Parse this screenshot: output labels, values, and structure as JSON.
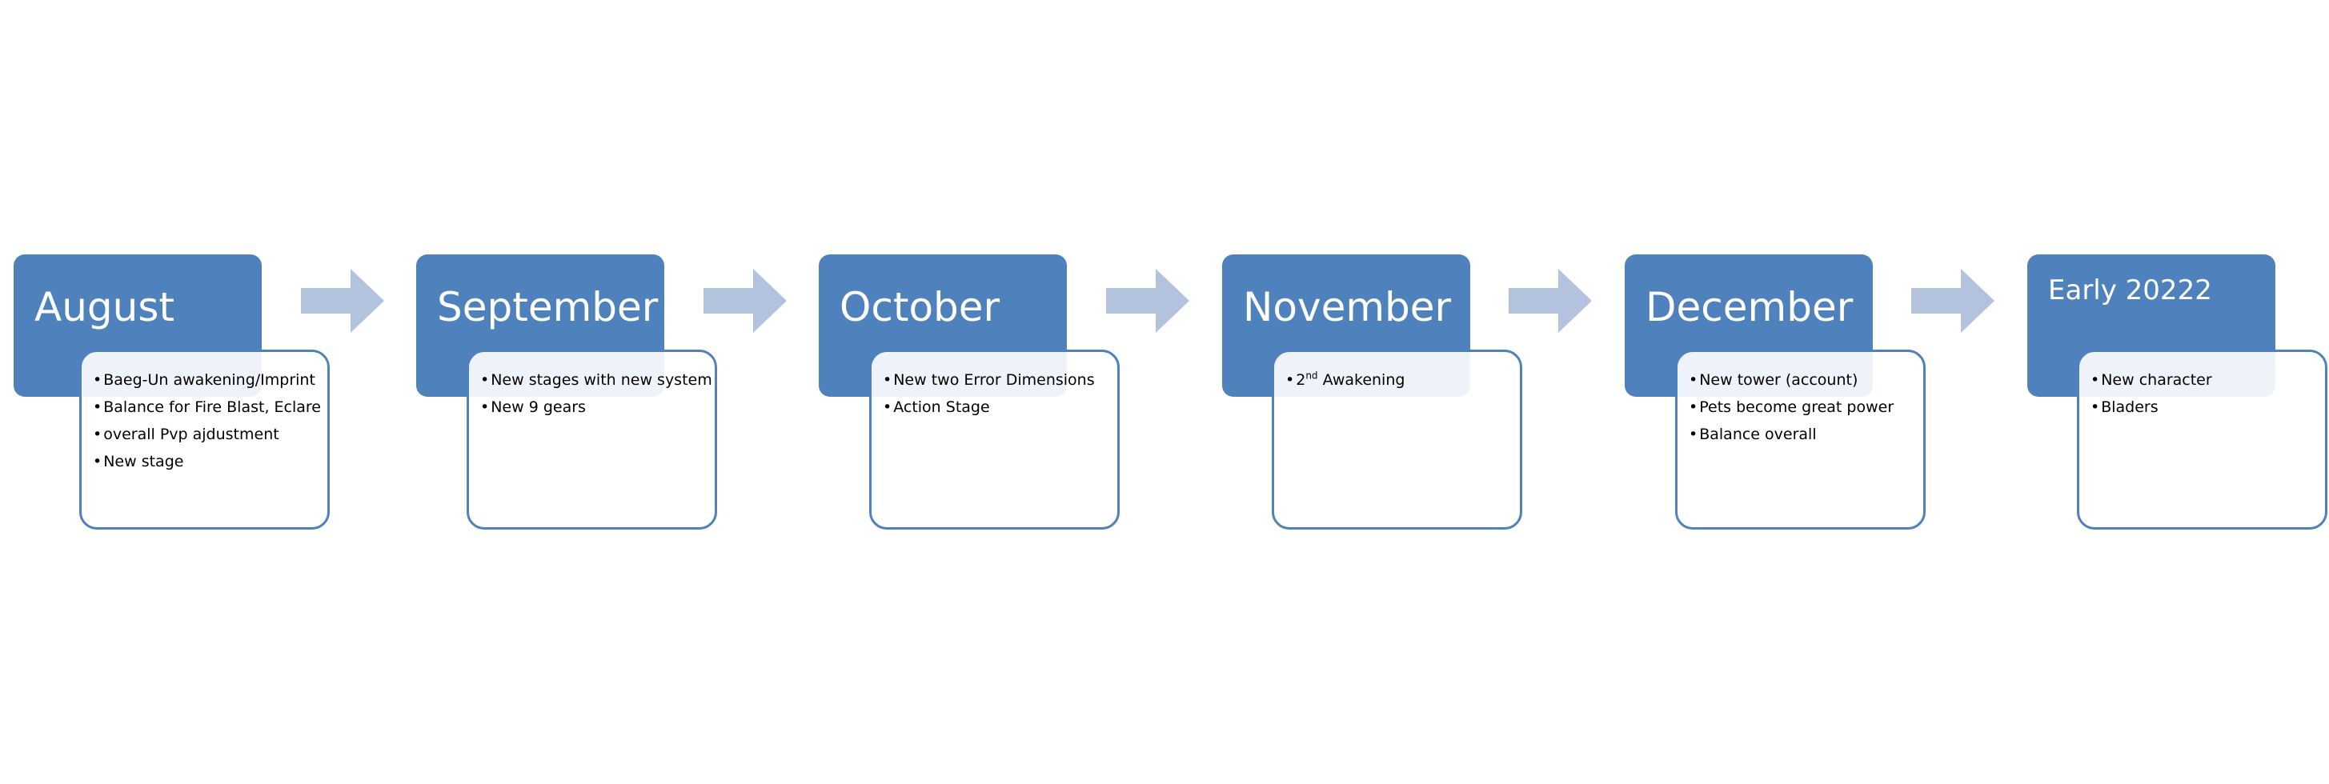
{
  "milestones": [
    {
      "month": "August",
      "items": [
        "Baeg-Un awakening/Imprint",
        "Balance for Fire Blast, Eclare",
        "overall Pvp ajdustment",
        "New stage"
      ]
    },
    {
      "month": "September",
      "items": [
        "New stages with new system",
        "New 9 gears"
      ]
    },
    {
      "month": "October",
      "items": [
        "New two Error Dimensions",
        "Action Stage"
      ]
    },
    {
      "month": "November",
      "items": [
        {
          "prefix": "2",
          "sup": "nd",
          "suffix": " Awakening"
        }
      ]
    },
    {
      "month": "December",
      "items": [
        "New tower (account)",
        "Pets become great power",
        "Balance overall"
      ]
    },
    {
      "month": "Early 20222",
      "items": [
        "New character",
        "Bladers"
      ]
    }
  ],
  "bullet_char": "•",
  "colors": {
    "header_fill": "#4f81bd",
    "card_border": "#4f81bd",
    "arrow_fill": "#b3c3de"
  },
  "icons": {
    "arrow": "right-arrow-icon"
  }
}
